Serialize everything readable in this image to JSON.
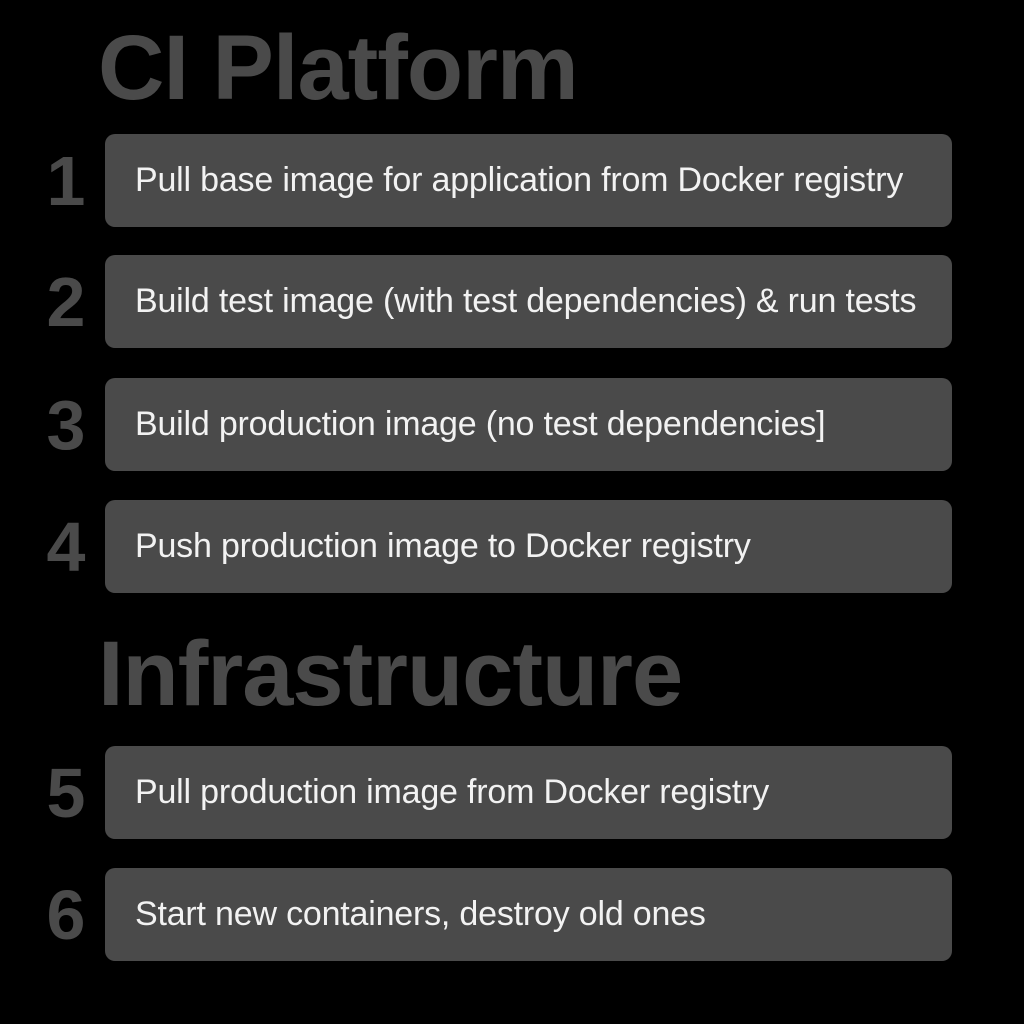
{
  "colors": {
    "background": "#000000",
    "card_fill": "#4a4a4a",
    "heading_text": "#4a4a4a",
    "number_text": "#4a4a4a",
    "card_text": "#f2f2f2"
  },
  "sections": [
    {
      "heading": "CI Platform",
      "steps": [
        {
          "number": "1",
          "text": "Pull base image for application from Docker registry"
        },
        {
          "number": "2",
          "text": "Build test image (with test dependencies) & run tests"
        },
        {
          "number": "3",
          "text": "Build production image (no test dependencies]"
        },
        {
          "number": "4",
          "text": "Push production image to Docker registry"
        }
      ]
    },
    {
      "heading": "Infrastructure",
      "steps": [
        {
          "number": "5",
          "text": "Pull production image from Docker registry"
        },
        {
          "number": "6",
          "text": "Start new containers, destroy old ones"
        }
      ]
    }
  ]
}
